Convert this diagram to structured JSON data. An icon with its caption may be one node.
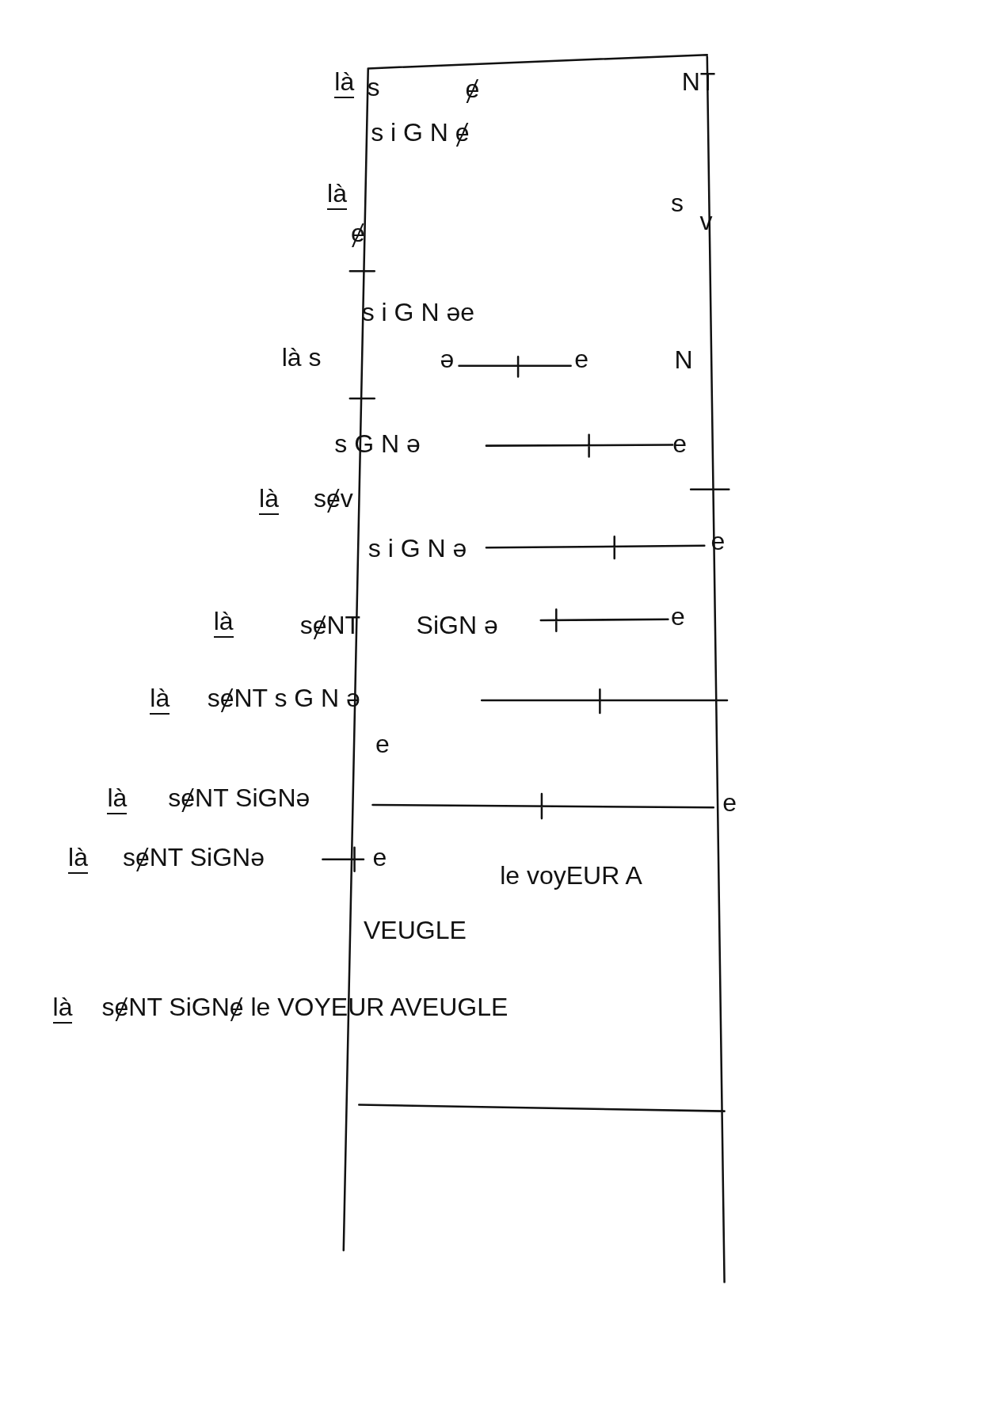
{
  "diagram": {
    "labels": [
      "là",
      "s",
      "ɇ",
      "NT",
      "s i G N ɇ",
      "là",
      "s",
      "v",
      "ɇ",
      "s i G N əe",
      "là s",
      "ə",
      "e",
      "N",
      "s G N ə",
      "e",
      "là",
      "sɇv",
      "s i G N ə",
      "e",
      "là",
      "sɇNT",
      "SiGN ə",
      "e",
      "là",
      "sɇNT s G N ə",
      "e",
      "là",
      "sɇNT SiGNə",
      "e",
      "là",
      "sɇNT SiGNə",
      "e",
      "le voyEUR A",
      "VEUGLE",
      "là",
      "sɇNT SiGNɇ le VOYEUR AVEUGLE"
    ]
  }
}
